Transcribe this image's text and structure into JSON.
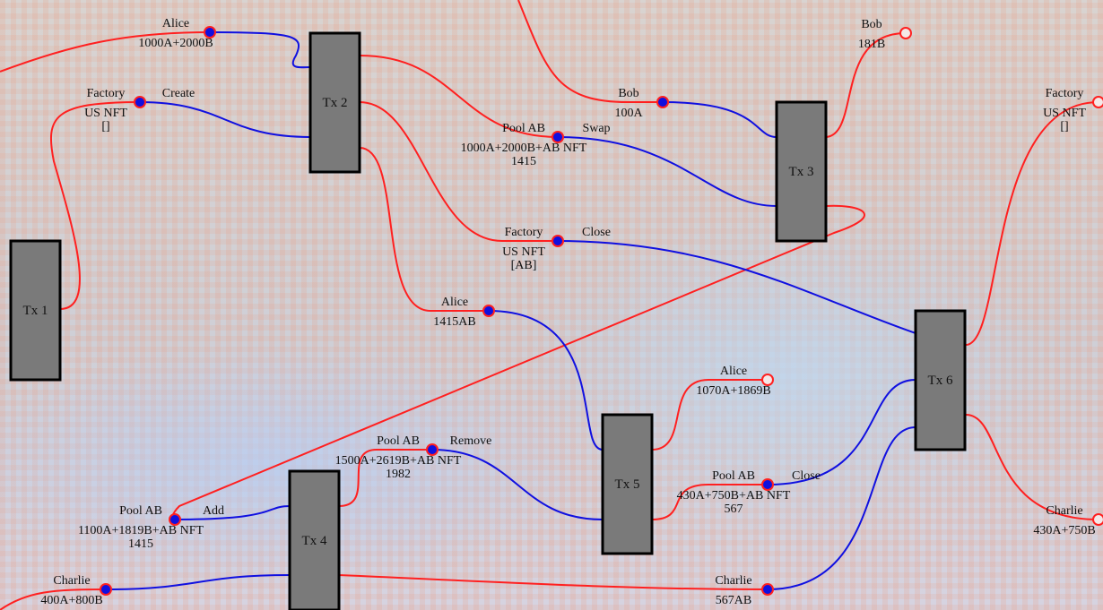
{
  "colors": {
    "output": "#ff2020",
    "input": "#1010e0",
    "tx_fill": "#7a7a7a",
    "tx_border": "#000000"
  },
  "transactions": [
    "Tx 1",
    "Tx 2",
    "Tx 3",
    "Tx 4",
    "Tx 5",
    "Tx 6"
  ],
  "utxos": [
    {
      "owner": "Alice",
      "lines": [
        "1000A+2000B"
      ],
      "action": "",
      "spent": true
    },
    {
      "owner": "Factory",
      "lines": [
        "US NFT",
        "[]"
      ],
      "action": "Create",
      "spent": true
    },
    {
      "owner": "Bob",
      "lines": [
        "100A"
      ],
      "action": "",
      "spent": true
    },
    {
      "owner": "Pool AB",
      "lines": [
        "1000A+2000B+AB NFT",
        "1415"
      ],
      "action": "Swap",
      "spent": true
    },
    {
      "owner": "Factory",
      "lines": [
        "US NFT",
        "[AB]"
      ],
      "action": "Close",
      "spent": true
    },
    {
      "owner": "Alice",
      "lines": [
        "1415AB"
      ],
      "action": "",
      "spent": true
    },
    {
      "owner": "Bob",
      "lines": [
        "181B"
      ],
      "action": "",
      "spent": false
    },
    {
      "owner": "Factory",
      "lines": [
        "US NFT",
        "[]"
      ],
      "action": "",
      "spent": false
    },
    {
      "owner": "Alice",
      "lines": [
        "1070A+1869B"
      ],
      "action": "",
      "spent": false
    },
    {
      "owner": "Pool AB",
      "lines": [
        "1500A+2619B+AB NFT",
        "1982"
      ],
      "action": "Remove",
      "spent": true
    },
    {
      "owner": "Pool AB",
      "lines": [
        "430A+750B+AB NFT",
        "567"
      ],
      "action": "Close",
      "spent": true
    },
    {
      "owner": "Pool AB",
      "lines": [
        "1100A+1819B+AB NFT",
        "1415"
      ],
      "action": "Add",
      "spent": true
    },
    {
      "owner": "Charlie",
      "lines": [
        "400A+800B"
      ],
      "action": "",
      "spent": true
    },
    {
      "owner": "Charlie",
      "lines": [
        "567AB"
      ],
      "action": "",
      "spent": true
    },
    {
      "owner": "Charlie",
      "lines": [
        "430A+750B"
      ],
      "action": "",
      "spent": false
    }
  ]
}
